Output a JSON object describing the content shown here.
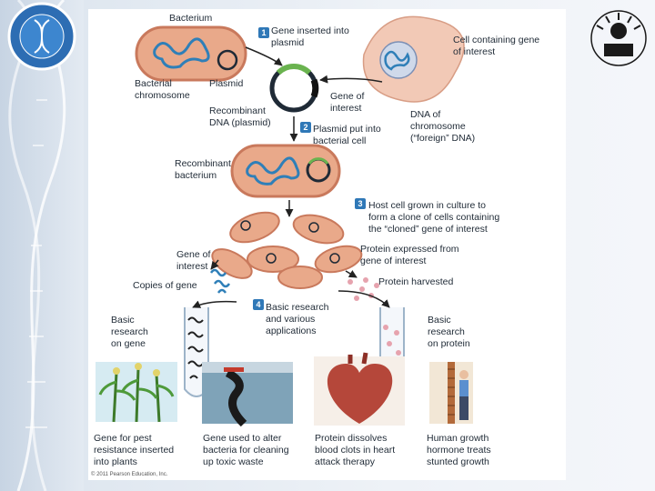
{
  "labels": {
    "bacterium": "Bacterium",
    "gene_inserted": "Gene inserted into\nplasmid",
    "cell_containing_gene": "Cell containing gene\nof interest",
    "bacterial_chromosome": "Bacterial\nchromosome",
    "plasmid": "Plasmid",
    "recombinant_dna": "Recombinant\nDNA (plasmid)",
    "gene_of_interest_top": "Gene of\ninterest",
    "plasmid_put_into": "Plasmid put into\nbacterial cell",
    "dna_of_chromosome": "DNA of\nchromosome\n(“foreign” DNA)",
    "recombinant_bacterium": "Recombinant\nbacterium",
    "host_cell_grown": "Host cell grown in culture to\nform a clone of cells containing\nthe “cloned” gene of interest",
    "gene_of_interest_mid": "Gene of\ninterest",
    "protein_expressed": "Protein expressed from\ngene of interest",
    "copies_of_gene": "Copies of gene",
    "protein_harvested": "Protein harvested",
    "basic_research_various": "Basic research\nand various\napplications",
    "basic_research_gene": "Basic\nresearch\non gene",
    "basic_research_protein": "Basic\nresearch\non protein",
    "app_pest": "Gene for pest\nresistance inserted\ninto plants",
    "app_toxic": "Gene used to alter\nbacteria for cleaning\nup toxic waste",
    "app_blood": "Protein dissolves\nblood clots in heart\nattack therapy",
    "app_growth": "Human growth\nhormone treats\nstunted growth"
  },
  "steps": [
    "1",
    "2",
    "3",
    "4"
  ],
  "copyright": "© 2011 Pearson Education, Inc.",
  "colors": {
    "cell": "#e9a98a",
    "cell_dark": "#c9795c",
    "dna": "#2f7fb8",
    "plasmid_green": "#4c9a3a",
    "step": "#2f78b7",
    "host_cell": "#f2c9b6"
  }
}
